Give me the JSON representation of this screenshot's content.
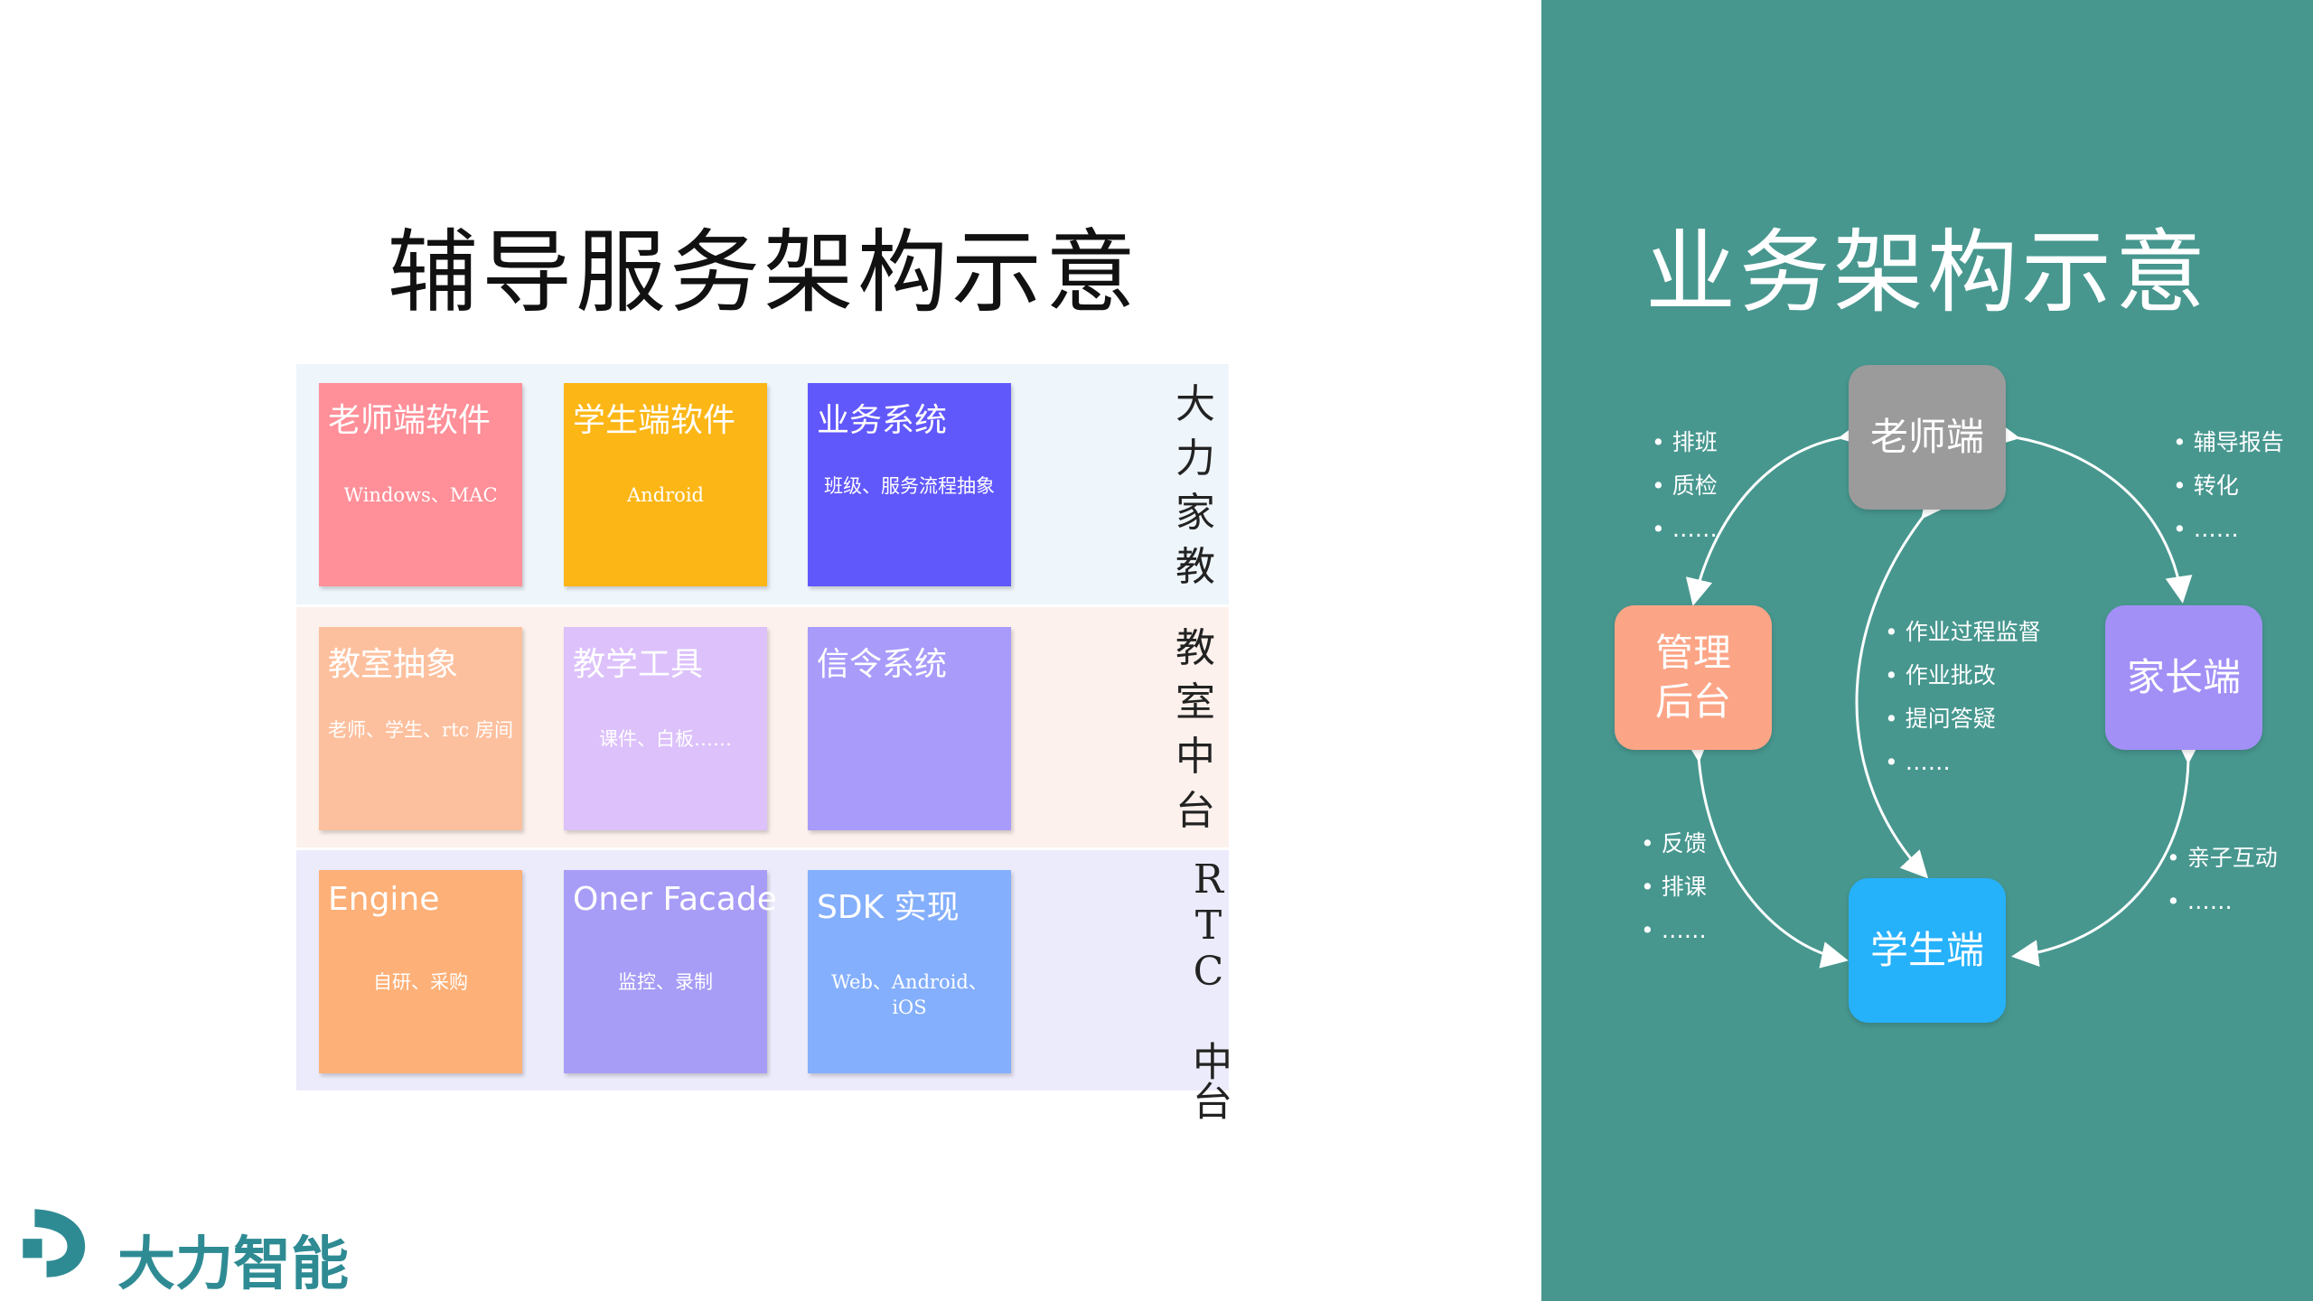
{
  "left": {
    "title": "辅导服务架构示意",
    "rows": [
      {
        "label": "大力家教",
        "tiles": [
          {
            "title": "老师端软件",
            "sub": "Windows、MAC",
            "color": "#ff8f98"
          },
          {
            "title": "学生端软件",
            "sub": "Android",
            "color": "#fcb616"
          },
          {
            "title": "业务系统",
            "sub": "班级、服务流程抽象",
            "color": "#6158fc"
          }
        ]
      },
      {
        "label": "教室中台",
        "tiles": [
          {
            "title": "教室抽象",
            "sub": "老师、学生、rtc 房间",
            "color": "#fdc09e"
          },
          {
            "title": "教学工具",
            "sub": "课件、白板……",
            "color": "#dcc1fb"
          },
          {
            "title": "信令系统",
            "sub": "",
            "color": "#a89bfa"
          }
        ]
      },
      {
        "label": "RTC 中台",
        "tiles": [
          {
            "title": "Engine",
            "sub": "自研、采购",
            "color": "#fdb077"
          },
          {
            "title": "Oner Facade",
            "sub": "监控、录制",
            "color": "#a79df6"
          },
          {
            "title": "SDK 实现",
            "sub": "Web、Android、iOS",
            "color": "#84affc"
          }
        ]
      }
    ]
  },
  "right": {
    "title": "业务架构示意",
    "nodes": {
      "teacher": {
        "label": "老师端",
        "color": "#9b9b9b"
      },
      "admin": {
        "label": "管理后台",
        "line1": "管理",
        "line2": "后台",
        "color": "#fca586"
      },
      "parent": {
        "label": "家长端",
        "color": "#a290f6"
      },
      "student": {
        "label": "学生端",
        "color": "#26b1fb"
      }
    },
    "lists": {
      "top_left": [
        "排班",
        "质检",
        "……"
      ],
      "top_right": [
        "辅导报告",
        "转化",
        "……"
      ],
      "center": [
        "作业过程监督",
        "作业批改",
        "提问答疑",
        "……"
      ],
      "bottom_left": [
        "反馈",
        "排课",
        "……"
      ],
      "bottom_right": [
        "亲子互动",
        "……"
      ]
    }
  },
  "logo": {
    "text": "大力智能",
    "color": "#2f8b93"
  }
}
